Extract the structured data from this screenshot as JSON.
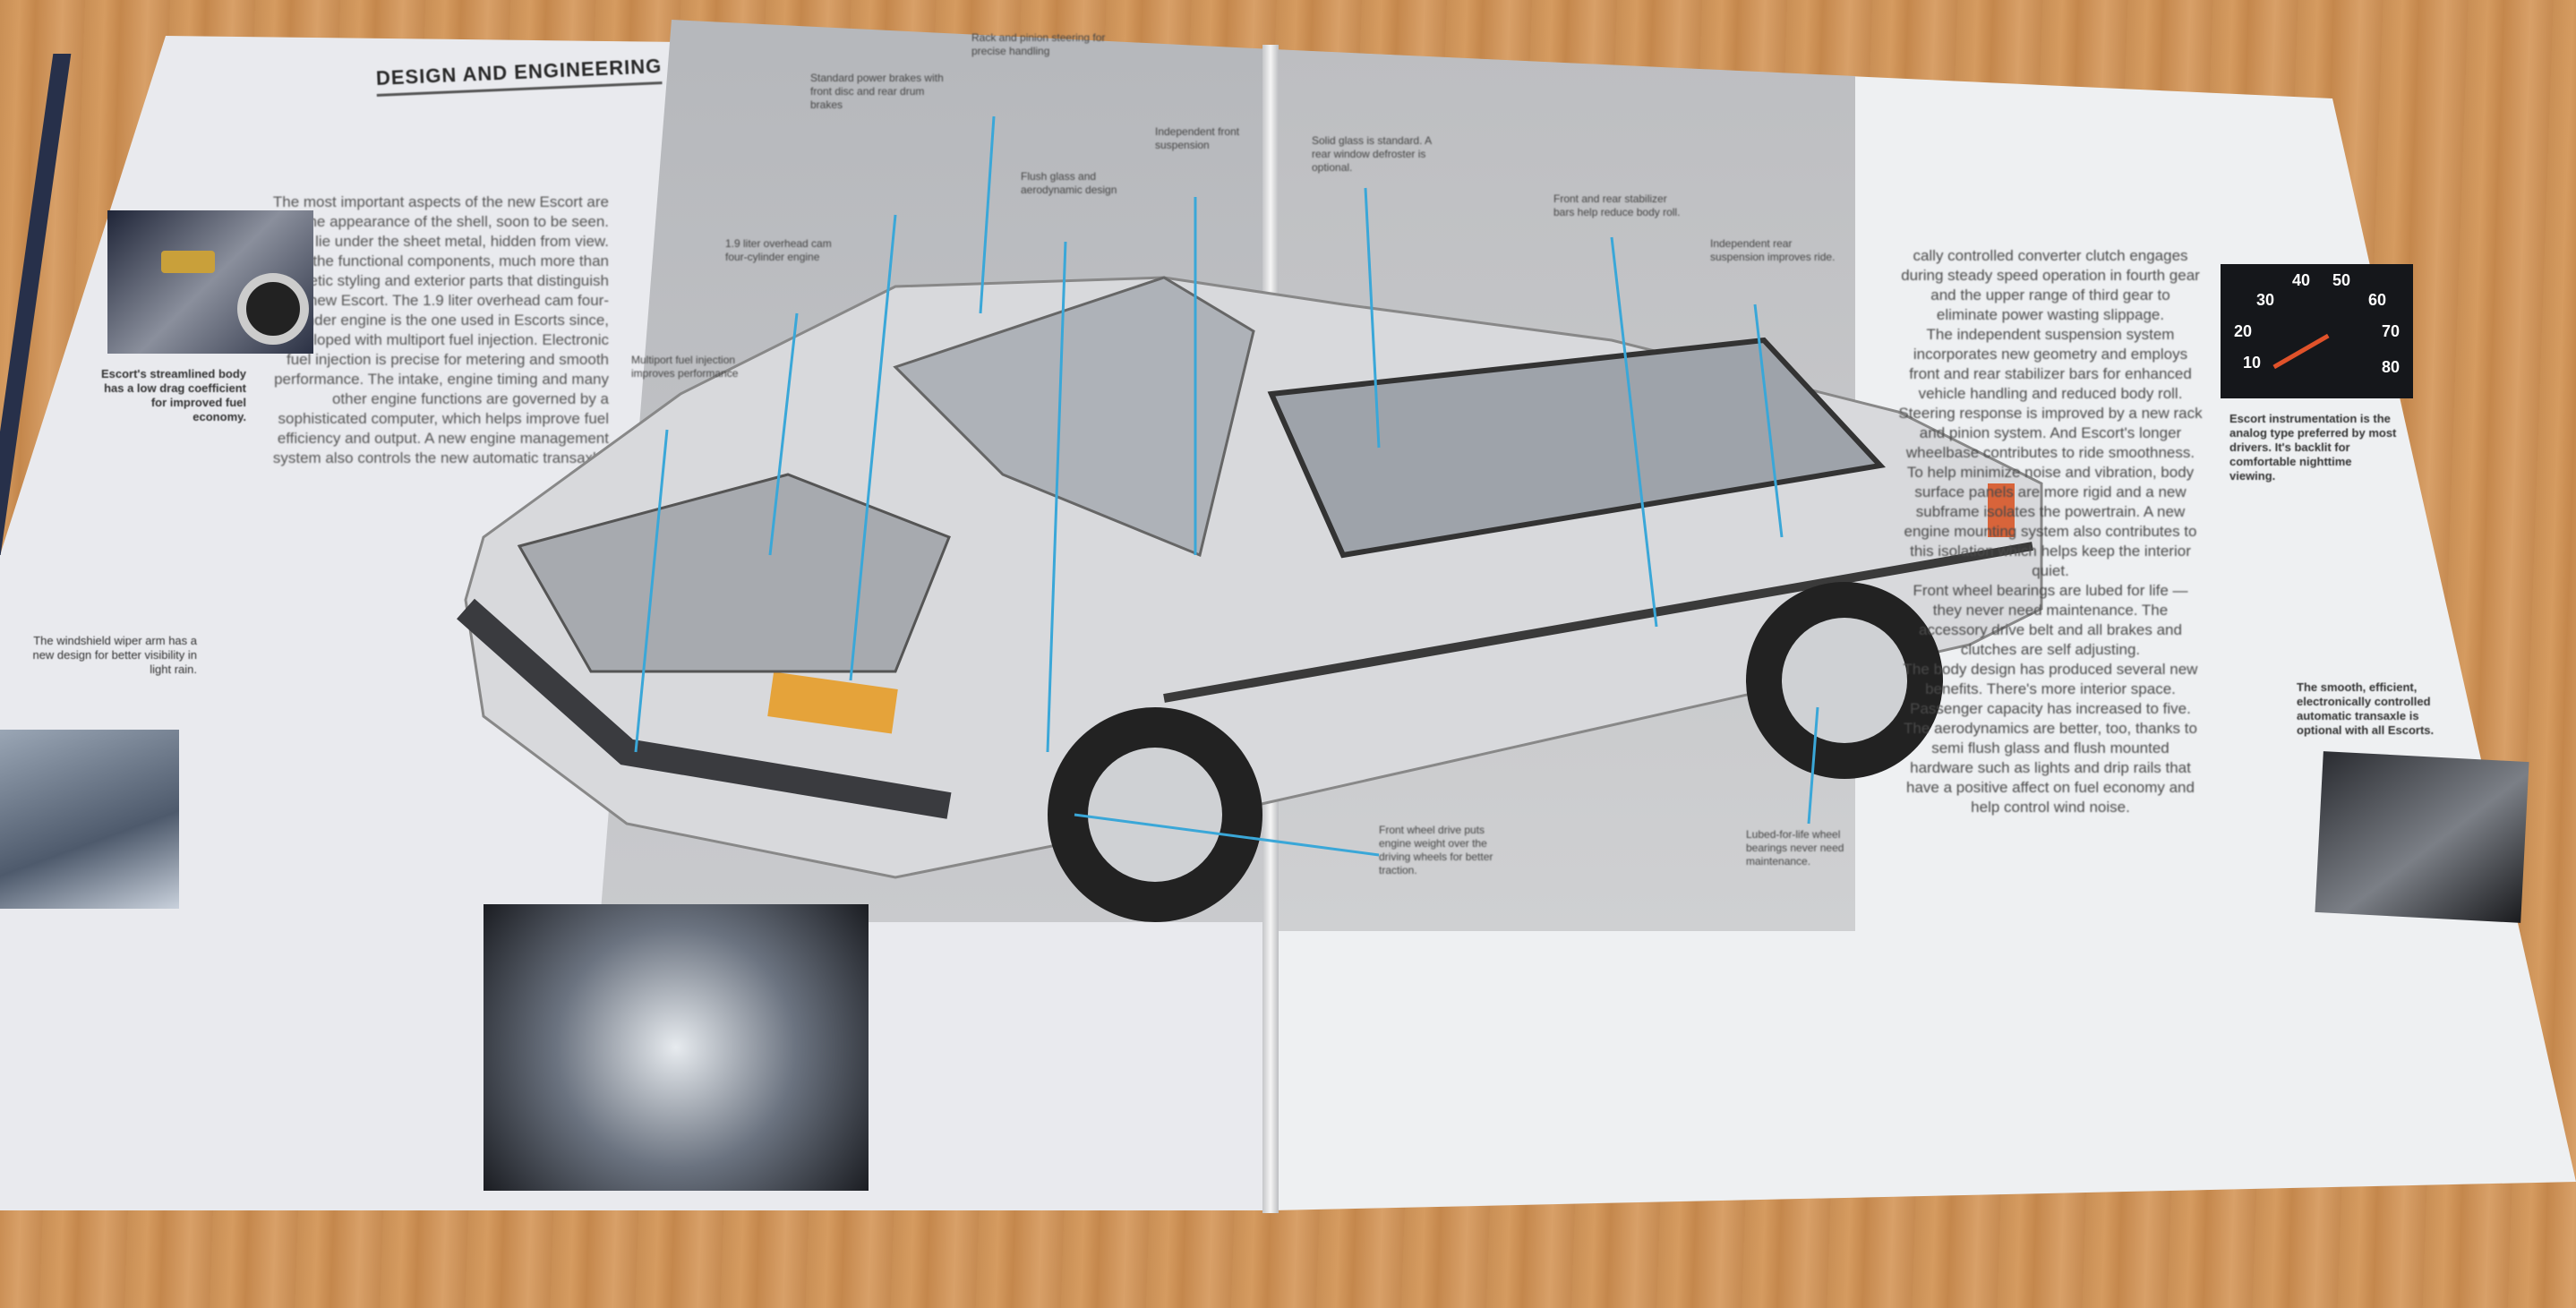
{
  "left_page": {
    "heading": "DESIGN AND ENGINEERING",
    "body": "The most important aspects of the new Escort are not the appearance of the shell, soon to be seen. They lie under the sheet metal, hidden from view. But in the functional components, much more than cosmetic styling and exterior parts that distinguish the new Escort. The 1.9 liter overhead cam four-cylinder engine is the one used in Escorts since, developed with multiport fuel injection. Electronic fuel injection is precise for metering and smooth performance. The intake, engine timing and many other engine functions are governed by a sophisticated computer, which helps improve fuel efficiency and output. A new engine management system also controls the new automatic transaxle.",
    "caption_top": "Escort's streamlined body has a low drag coefficient for improved fuel economy.",
    "caption_left": "The windshield wiper arm has a new design for better visibility in light rain.",
    "callouts": [
      "Multiport fuel injection improves performance",
      "1.9 liter overhead cam four-cylinder engine",
      "Standard power brakes with front disc and rear drum brakes",
      "Rack and pinion steering for precise handling",
      "Flush glass and aerodynamic design",
      "Independent front suspension"
    ]
  },
  "right_page": {
    "body": [
      "cally controlled converter clutch engages during steady speed operation in fourth gear and the upper range of third gear to eliminate power wasting slippage.",
      "The independent suspension system incorporates new geometry and employs front and rear stabilizer bars for enhanced vehicle handling and reduced body roll. Steering response is improved by a new rack and pinion system. And Escort's longer wheelbase contributes to ride smoothness.",
      "To help minimize noise and vibration, body surface panels are more rigid and a new subframe isolates the powertrain. A new engine mounting system also contributes to this isolation which helps keep the interior quiet.",
      "Front wheel bearings are lubed for life — they never need maintenance. The accessory drive belt and all brakes and clutches are self adjusting.",
      "The body design has produced several new benefits. There's more interior space. Passenger capacity has increased to five. The aerodynamics are better, too, thanks to semi flush glass and flush mounted hardware such as lights and drip rails that have a positive affect on fuel economy and help control wind noise."
    ],
    "caption_speedometer": "Escort instrumentation is the analog type preferred by most drivers. It's backlit for comfortable nighttime viewing.",
    "caption_shifter": "The smooth, efficient, electronically controlled automatic transaxle is optional with all Escorts.",
    "speedometer_numbers": [
      "10",
      "20",
      "30",
      "40",
      "50",
      "60",
      "70",
      "80"
    ],
    "callouts": [
      "Solid glass is standard. A rear window defroster is optional.",
      "Front and rear stabilizer bars help reduce body roll.",
      "Independent rear suspension improves ride.",
      "Front wheel drive puts engine weight over the driving wheels for better traction.",
      "Lubed-for-life wheel bearings never need maintenance."
    ]
  },
  "colors": {
    "callout_line": "#3aa7d8",
    "table": "#c98f55",
    "page": "#eef0f2"
  }
}
